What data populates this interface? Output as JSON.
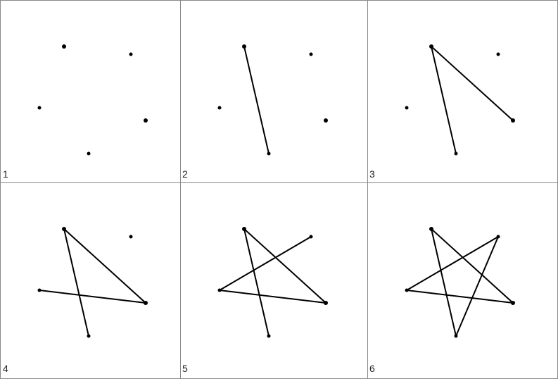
{
  "panels": [
    {
      "number": "1",
      "segments": []
    },
    {
      "number": "2",
      "segments": [
        [
          "top",
          "bottom"
        ]
      ]
    },
    {
      "number": "3",
      "segments": [
        [
          "top",
          "bottom"
        ],
        [
          "top",
          "right"
        ]
      ]
    },
    {
      "number": "4",
      "segments": [
        [
          "top",
          "bottom"
        ],
        [
          "top",
          "right"
        ],
        [
          "right",
          "left"
        ]
      ]
    },
    {
      "number": "5",
      "segments": [
        [
          "top",
          "bottom"
        ],
        [
          "top",
          "right"
        ],
        [
          "right",
          "left"
        ],
        [
          "left",
          "upper-right"
        ]
      ]
    },
    {
      "number": "6",
      "segments": [
        [
          "top",
          "bottom"
        ],
        [
          "top",
          "right"
        ],
        [
          "right",
          "left"
        ],
        [
          "left",
          "upper-right"
        ],
        [
          "upper-right",
          "bottom"
        ]
      ]
    }
  ],
  "points": [
    "top",
    "upper-right",
    "right",
    "bottom",
    "left"
  ],
  "colors": {
    "stroke": "#000000",
    "border": "#888888",
    "background": "#ffffff"
  }
}
